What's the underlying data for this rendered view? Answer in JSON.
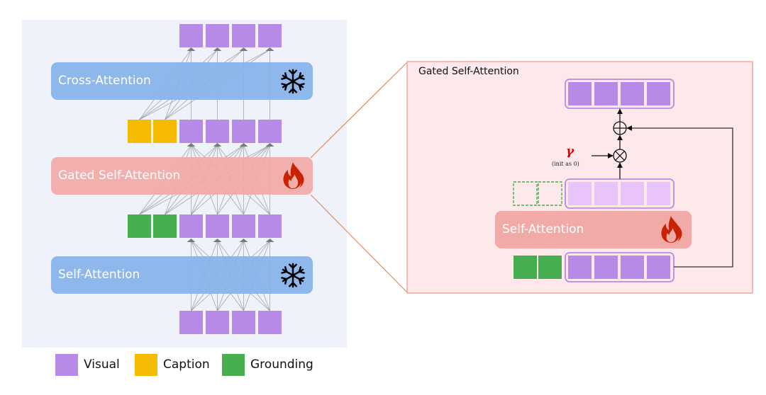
{
  "colors": {
    "visual": "#b78ae8",
    "visual_light": "#e8c3fc",
    "caption": "#f5bb00",
    "grounding": "#46ae4f",
    "frozen_bar": "#87b3ea",
    "trainable_bar": "#f1aaa7",
    "panel_bg": "#eff2fb",
    "detail_bg": "#fde9ea",
    "detail_border": "#f2a8a4",
    "zoom_line": "#e88a4f",
    "gamma": "#e00000",
    "flame": "#c92200"
  },
  "left_stack": {
    "layers": [
      {
        "label": "Cross-Attention",
        "state": "frozen",
        "icon": "snowflake-icon"
      },
      {
        "label": "Gated Self-Attention",
        "state": "trainable",
        "icon": "flame-icon"
      },
      {
        "label": "Self-Attention",
        "state": "frozen",
        "icon": "snowflake-icon"
      }
    ],
    "token_rows": [
      {
        "row": "output",
        "tokens": [
          "visual",
          "visual",
          "visual",
          "visual"
        ]
      },
      {
        "row": "after-gated",
        "tokens": [
          "caption",
          "caption",
          "visual",
          "visual",
          "visual",
          "visual"
        ]
      },
      {
        "row": "after-self",
        "tokens": [
          "grounding",
          "grounding",
          "visual",
          "visual",
          "visual",
          "visual"
        ]
      },
      {
        "row": "input",
        "tokens": [
          "visual",
          "visual",
          "visual",
          "visual"
        ]
      }
    ]
  },
  "legend": [
    {
      "label": "Visual",
      "type": "visual"
    },
    {
      "label": "Caption",
      "type": "caption"
    },
    {
      "label": "Grounding",
      "type": "grounding"
    }
  ],
  "detail": {
    "title": "Gated Self-Attention",
    "inner_block": {
      "label": "Self-Attention",
      "state": "trainable",
      "icon": "flame-icon"
    },
    "gate_symbol": "γ",
    "gate_note": "(init as 0)",
    "ops": [
      "multiply",
      "add"
    ]
  }
}
